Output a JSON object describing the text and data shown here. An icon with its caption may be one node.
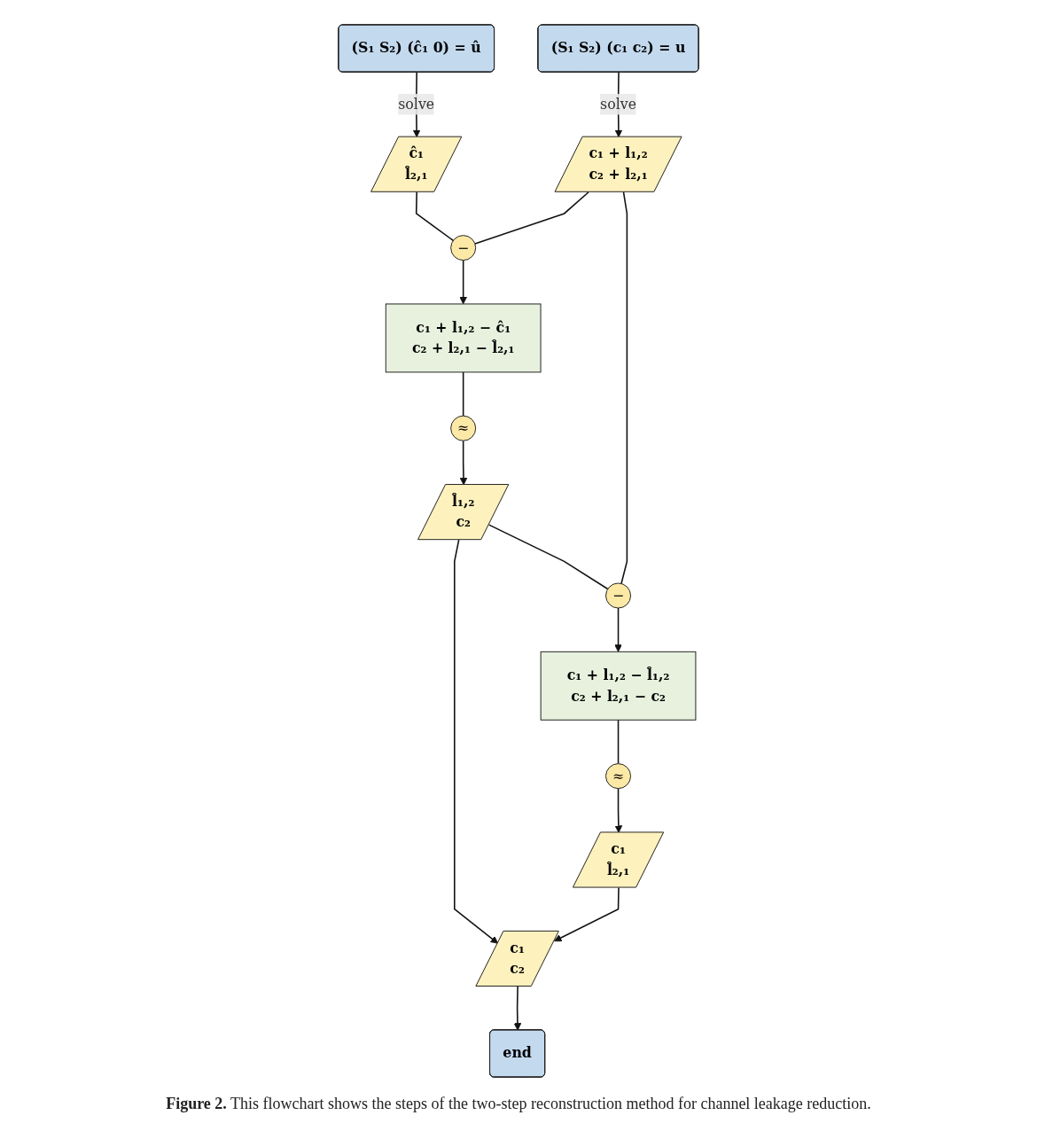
{
  "diagram": {
    "caption": "**Figure 2.** This flowchart shows the steps of the two-step reconstruction method for channel leakage reduction.",
    "nodes": [
      {
        "text": [
          "(S₁   S₂) (ĉ₁ 0) = û"
        ]
      },
      {
        "text": [
          "(S₁   S₂) (c₁ c₂) = u"
        ]
      },
      {
        "text": [
          "ĉ₁",
          "l̂₂,₁"
        ]
      },
      {
        "text": [
          "−"
        ]
      },
      {
        "text": [
          "c₁ + l₁,₂",
          "c₂ + l₂,₁"
        ]
      },
      {
        "text": [
          "c₁ + l₁,₂ − ĉ₁",
          "c₂ + l₂,₁ − l̂₂,₁"
        ]
      },
      {
        "text": [
          "≈"
        ]
      },
      {
        "text": [
          "l̂₁,₂",
          "c₂"
        ]
      },
      {
        "text": [
          "−"
        ]
      },
      {
        "text": [
          "c₁ + l₁,₂ − l̂₁,₂",
          "c₂ + l₂,₁ − c₂"
        ]
      },
      {
        "text": [
          "≈"
        ]
      },
      {
        "text": [
          "c₁",
          "l̂₂,₁"
        ]
      },
      {
        "text": [
          "c₁",
          "c₂"
        ]
      },
      {
        "text": [
          "end"
        ]
      }
    ],
    "edges": [
      {
        "from": 0,
        "to": 2,
        "arrow": "to",
        "label": "solve"
      },
      {
        "from": 1,
        "to": 4,
        "arrow": "to",
        "label": "solve"
      },
      {
        "from": 2,
        "to": 3,
        "arrow": "none"
      },
      {
        "from": 4,
        "to": 3,
        "arrow": "none"
      },
      {
        "from": 3,
        "to": 5,
        "arrow": "to"
      },
      {
        "from": 5,
        "to": 6,
        "arrow": "none"
      },
      {
        "from": 6,
        "to": 7,
        "arrow": "to"
      },
      {
        "from": 7,
        "to": 8,
        "arrow": "none"
      },
      {
        "from": 4,
        "to": 8,
        "arrow": "none"
      },
      {
        "from": 8,
        "to": 9,
        "arrow": "to"
      },
      {
        "from": 9,
        "to": 10,
        "arrow": "none"
      },
      {
        "from": 10,
        "to": 11,
        "arrow": "to"
      },
      {
        "from": 7,
        "to": 12,
        "arrow": "to"
      },
      {
        "from": 11,
        "to": 12,
        "arrow": "to"
      },
      {
        "from": 12,
        "to": 13,
        "arrow": "to"
      }
    ]
  }
}
